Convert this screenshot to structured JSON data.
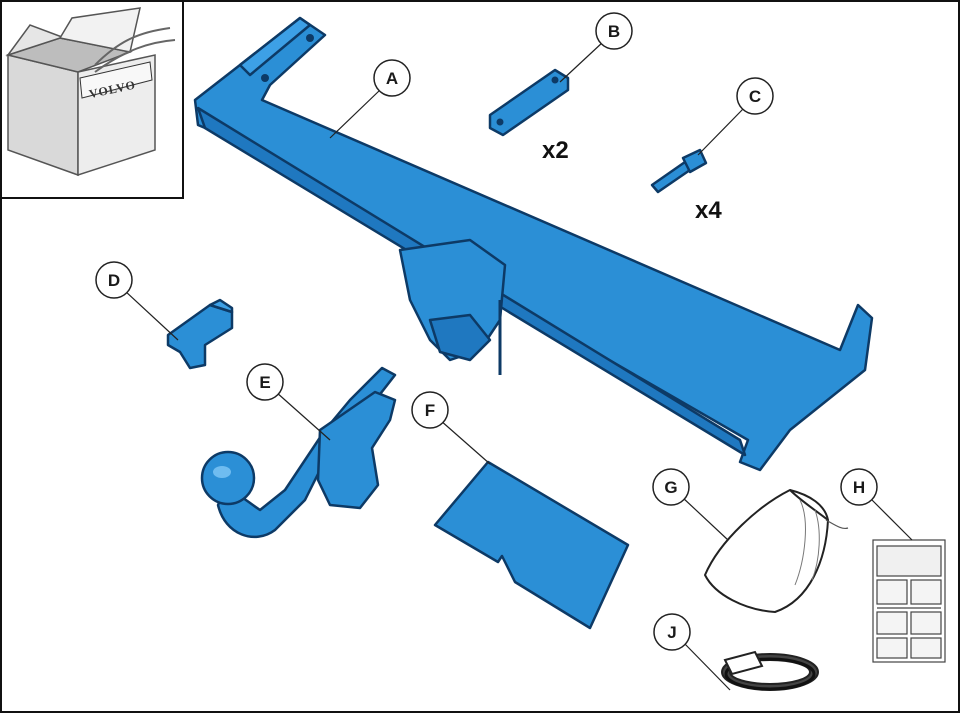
{
  "box": {
    "brand": "VOLVO"
  },
  "parts": [
    {
      "letter": "A",
      "name": "towbar-crossmember"
    },
    {
      "letter": "B",
      "name": "mounting-plate",
      "quantity": "x2"
    },
    {
      "letter": "C",
      "name": "bolt",
      "quantity": "x4"
    },
    {
      "letter": "D",
      "name": "socket-bracket"
    },
    {
      "letter": "E",
      "name": "tow-ball-neck"
    },
    {
      "letter": "F",
      "name": "cover-panel"
    },
    {
      "letter": "G",
      "name": "storage-bag"
    },
    {
      "letter": "H",
      "name": "instruction-sheet"
    },
    {
      "letter": "J",
      "name": "wiring-cable"
    }
  ],
  "colors": {
    "part_blue": "#2b8fd6",
    "part_dark": "#0d3a66",
    "line": "#222222",
    "frame": "#111111"
  }
}
